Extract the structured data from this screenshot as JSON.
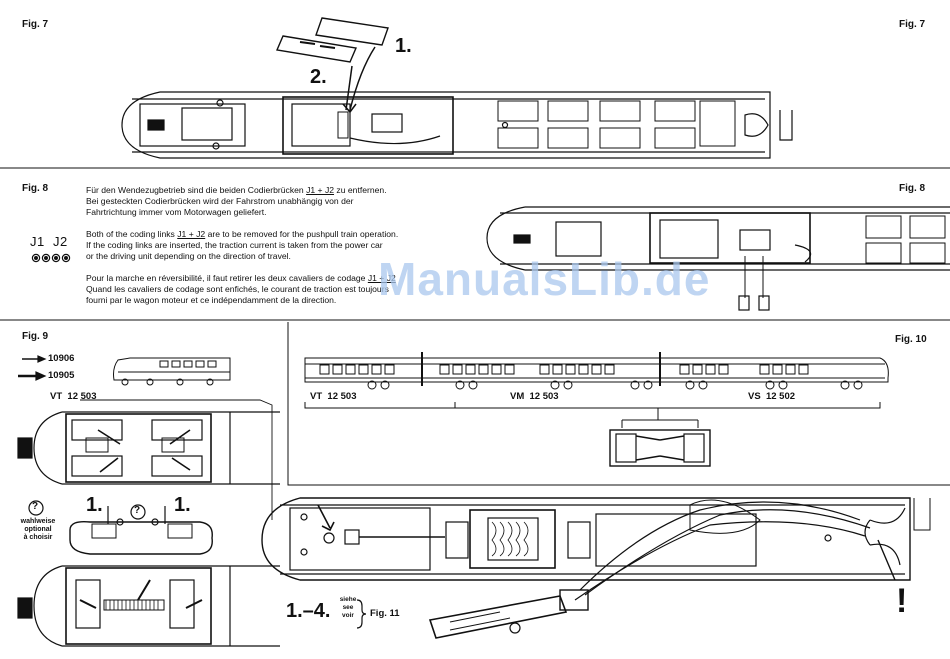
{
  "fig7": {
    "label": "Fig. 7",
    "step1": "1.",
    "step2": "2."
  },
  "fig8": {
    "label": "Fig. 8",
    "coding": "J1  J2",
    "de_1": "Für den Wendezugbetrieb sind die beiden Codierbrücken ",
    "de_1u": "J1 + J2",
    "de_1b": " zu entfernen.",
    "de_2": "Bei gesteckten Codierbrücken wird der Fahrstrom unabhängig von der",
    "de_3": "Fahrtrichtung immer vom Motorwagen geliefert.",
    "en_1": "Both of the coding links ",
    "en_1u": "J1 + J2",
    "en_1b": " are to be removed for the pushpull train operation.",
    "en_2": "If the coding links are inserted, the traction current is taken from the power car",
    "en_3": "or the driving unit depending on the direction of travel.",
    "fr_1": "Pour la marche en réversibilité, il faut retirer les deux cavaliers de codage ",
    "fr_1u": "J1 + J2",
    "fr_2": "Quand les cavaliers de codage sont enfichés, le courant de traction est toujours",
    "fr_3": "fourni par le wagon moteur et ce indépendamment de la direction."
  },
  "fig9": {
    "label": "Fig. 9",
    "art1": "10906",
    "art2": "10905",
    "vt": "VT  12 503",
    "step1a": "1.",
    "step1b": "1.",
    "q": "?",
    "opt1": "wahlweise",
    "opt2": "optional",
    "opt3": "à choisir"
  },
  "fig10": {
    "label": "Fig. 10",
    "vt": "VT  12 503",
    "vm": "VM  12 503",
    "vs": "VS  12 502"
  },
  "fig11": {
    "steps": "1.–4.",
    "siehe": "siehe",
    "see": "see",
    "voir": "voir",
    "ref": "Fig. 11",
    "excl": "!"
  },
  "watermark": "ManualsLib.de"
}
